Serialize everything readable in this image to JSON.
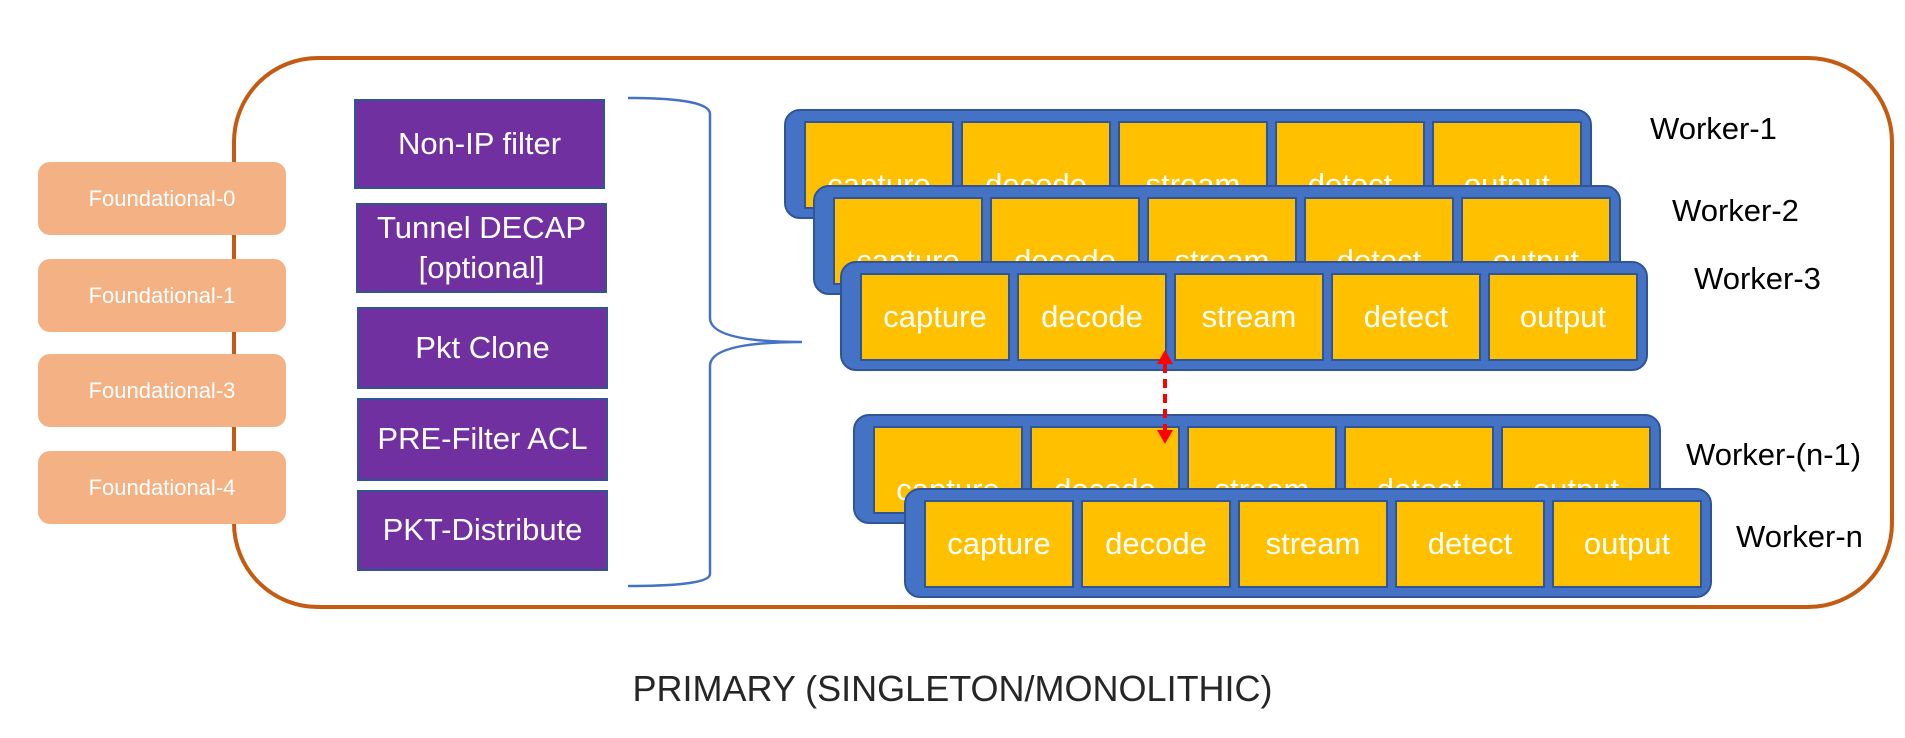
{
  "foundationals": [
    "Foundational-0",
    "Foundational-1",
    "Foundational-3",
    "Foundational-4"
  ],
  "stages": [
    {
      "line1": "Non-IP filter",
      "line2": ""
    },
    {
      "line1": "Tunnel DECAP",
      "line2": "[optional]"
    },
    {
      "line1": "Pkt Clone",
      "line2": ""
    },
    {
      "line1": "PRE-Filter ACL",
      "line2": ""
    },
    {
      "line1": "PKT-Distribute",
      "line2": ""
    }
  ],
  "pipeline": [
    "capture",
    "decode",
    "stream",
    "detect",
    "output"
  ],
  "workers": [
    "Worker-1",
    "Worker-2",
    "Worker-3",
    "Worker-(n-1)",
    "Worker-n"
  ],
  "caption": "PRIMARY (SINGLETON/MONOLITHIC)",
  "colors": {
    "frame": "#c55a11",
    "foundational": "#f4b183",
    "stage": "#7030a0",
    "worker_bg": "#4472c4",
    "cell": "#ffc000",
    "arrow": "#ff0000",
    "brace": "#4472c4"
  }
}
